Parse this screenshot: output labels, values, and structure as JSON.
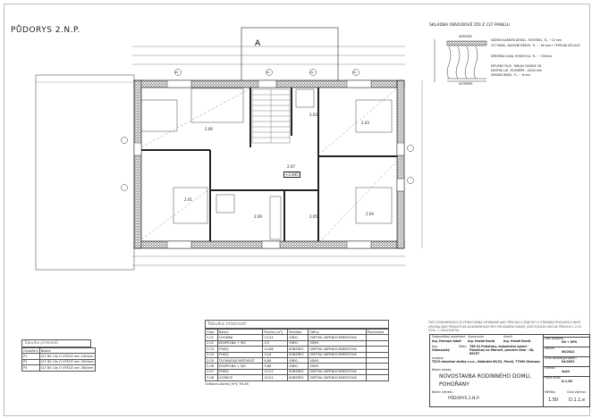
{
  "title": "PŮDORYS 2.N.P.",
  "section_marker": "A",
  "room_labels": [
    {
      "id": "2.06"
    },
    {
      "id": "2.01"
    },
    {
      "id": "2.09"
    },
    {
      "id": "2.05"
    },
    {
      "id": "2.04"
    },
    {
      "id": "2.03"
    },
    {
      "id": "2.02"
    },
    {
      "id": "2.07",
      "level": "+2.845"
    }
  ],
  "axis_marks": [
    "P1",
    "P1",
    "P1",
    "P1"
  ],
  "composition": {
    "title": "SKLADBA OBVODOVÉ ZDI Z CLT PANELU",
    "interior": "INTERIÉR",
    "exterior": "EXTERIÉR",
    "layers": [
      "SÁDROVLÁKNITÁ DESKA - ROSTÍBEL, TL. ~12 mm",
      "CLT PANEL, MASIVNÍ DŘEVO, TL. ~ 80 mm+ TEPELNÁ IZOLACE",
      "DŘEVĚNÁ VLNA, ROKER Ext. TL. ~ 200mm",
      "DIFUZNÍ FÓLIE, TABULE FASÁDE 3D",
      "KONTRA LAT, ROZMĚRY - 40/40 mm",
      "HRADNÍ PANEL, TL. ~ 8 mm"
    ]
  },
  "room_table": {
    "caption": "Tabulka místností",
    "headers": [
      "Číslo",
      "Název",
      "Plocha [m²]",
      "Podlaha",
      "Stěny",
      "Poznámka"
    ],
    "rows": [
      [
        "2.01",
        "CHODBA",
        "13,54",
        "VINYL",
        "OMÍTKA VÁPENOCEMENTOVÁ",
        ""
      ],
      [
        "2.02",
        "KOUPELNA + WC",
        "3,5",
        "VINYL",
        "VINYL",
        ""
      ],
      [
        "2.03",
        "POKOJ",
        "14,86",
        "KOBEREC",
        "OMÍTKA VÁPENOCEMENTOVÁ",
        ""
      ],
      [
        "2.04",
        "POKOJ",
        "14,8",
        "KOBEREC",
        "OMÍTKA VÁPENOCEMENTOVÁ",
        ""
      ],
      [
        "2.05",
        "TECHNICKÁ MÍSTNOST",
        "4,84",
        "VINYL",
        "VINYL",
        ""
      ],
      [
        "2.06",
        "KOUPELNA + WC",
        "9,86",
        "VINYL",
        "VINYL",
        ""
      ],
      [
        "2.07",
        "POKOJ",
        "15,22",
        "KOBEREC",
        "OMÍTKA VÁPENOCEMENTOVÁ",
        ""
      ],
      [
        "2.08",
        "LOŽNICE",
        "19,51",
        "KOBEREC",
        "OMÍTKA VÁPENOCEMENTOVÁ",
        ""
      ]
    ],
    "total": "Celková plocha [m²]: 93,46"
  },
  "lintel_table": {
    "caption": "Tabulka překladů",
    "headers": [
      "Označení",
      "Název"
    ],
    "rows": [
      [
        "P1",
        "CLT 80 L3s O VÝŠCE min 240mm"
      ],
      [
        "P2",
        "CLT 80 L3s O VÝŠCE min 300mm"
      ],
      [
        "P3",
        "CLT 80 L3s O VÝŠCE min 360mm"
      ]
    ]
  },
  "note": "TATO DOKUMENTACE JE ZPRACOVÁNA VÝHRADNĚ JAKO PŘÍLOHA K ŽÁDOSTI O STAVEBNÍ POVOLENÍ A NENÍ URČENA JAKO PROJEKTOVÁ DOKUMENTACE PRO PROVÁDĚNÍ STAVBY, JEJÍŽ ROZSAH URČUJE PŘÍLOHA Č.13 K VYHL. Č.499/2006 Sb.",
  "title_block": {
    "roles": [
      "Zodpovědný projektant",
      "Vypracoval",
      "Kreslil"
    ],
    "names": [
      "Ing. Herman Adolf",
      "Ing. Hrabě David",
      "Ing. Hrabě David"
    ],
    "place_label": "Kraj",
    "place": "Olomoucký",
    "site_label": "Místo",
    "site": "765 01 Pohořany, katastrální území - Pohořany na Moravě, parcelní číslo - 48, 89257",
    "investor_label": "Investor",
    "investor": "TZCO stavební služby s.r.o., Nádražní 80/22, Perolí, 77900 Olomouc",
    "project_label": "Název stavby",
    "project": [
      "NOVOSTAVBA RODINNÉHO DOMU,",
      "POHOŘANY"
    ],
    "drawing_label": "Název výkresu",
    "drawing": "PŮDORYS 2.N.P.",
    "fields": [
      {
        "label": "Stav projektu",
        "value": "DS + DPS"
      },
      {
        "label": "Datum",
        "value": "06/2022"
      },
      {
        "label": "Číslo zakázky/projektu",
        "value": "04/2022"
      },
      {
        "label": "Formát",
        "value": "4xA4"
      },
      {
        "label": "Počet stran",
        "value": "D.1.06"
      }
    ],
    "scale_label": "Měřítko",
    "scale": "1:50",
    "sheet_label": "Číslo výkresu",
    "sheet": "D.1.1.e"
  }
}
